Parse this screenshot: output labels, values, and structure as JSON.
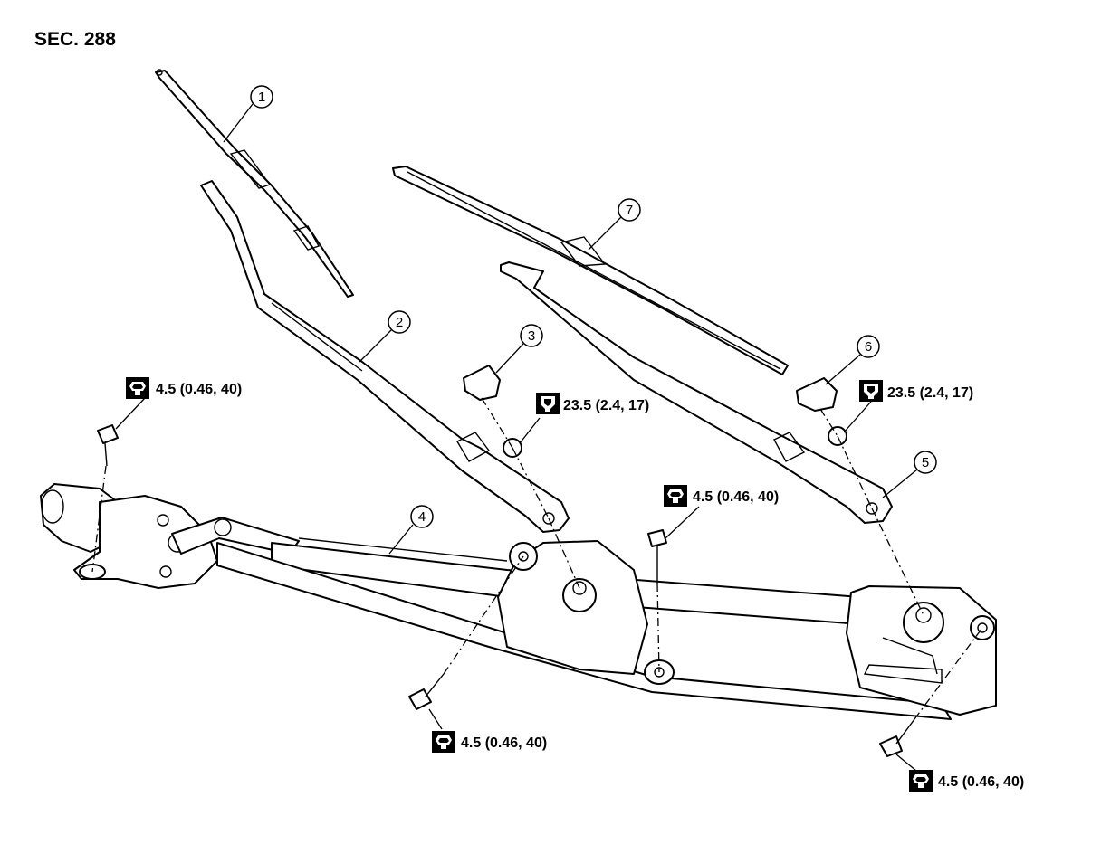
{
  "section_label": "SEC. 288",
  "callouts": [
    "1",
    "2",
    "3",
    "4",
    "5",
    "6",
    "7"
  ],
  "torque_specs": {
    "motor_bolt": "4.5 (0.46, 40)",
    "pivot_nut_left": "23.5 (2.4, 17)",
    "pivot_nut_right": "23.5 (2.4, 17)",
    "center_bolt": "4.5 (0.46, 40)",
    "lower_left_bolt": "4.5 (0.46, 40)",
    "lower_right_bolt": "4.5 (0.46, 40)"
  },
  "icons": {
    "torque": "torque-wrench-icon"
  }
}
